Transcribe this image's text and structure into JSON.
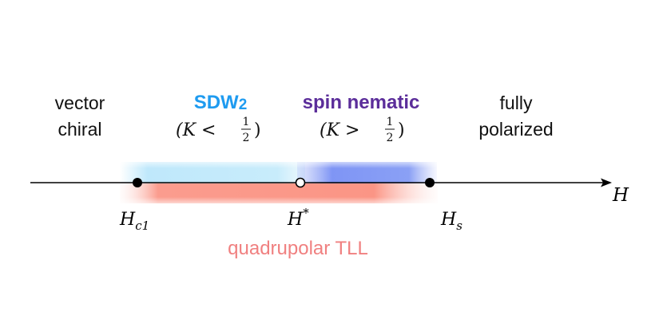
{
  "regions": {
    "vector_chiral": {
      "line1": "vector",
      "line2": "chiral"
    },
    "sdw2": {
      "name": "SDW",
      "subscript": "2",
      "condition_open": "(K < ",
      "condition_close": ")",
      "frac_num": "1",
      "frac_den": "2"
    },
    "spin_nematic": {
      "name": "spin nematic",
      "condition_open": "(K > ",
      "condition_close": ")",
      "frac_num": "1",
      "frac_den": "2"
    },
    "fully_polarized": {
      "line1": "fully",
      "line2": "polarized"
    }
  },
  "axis": {
    "label": "H"
  },
  "points": {
    "hc1": {
      "base": "H",
      "sub": "c1"
    },
    "hstar": {
      "base": "H",
      "sup": "*"
    },
    "hs": {
      "base": "H",
      "sub": "s"
    }
  },
  "band_label": "quadrupolar TLL",
  "colors": {
    "sdw2": "#1e9bf0",
    "spin_nematic": "#5b2d9a",
    "quadrupolar": "#f08080",
    "band_top_left": "#bfe8fb",
    "band_top_right": "#7f95f5",
    "band_bottom": "#fb8f80"
  }
}
